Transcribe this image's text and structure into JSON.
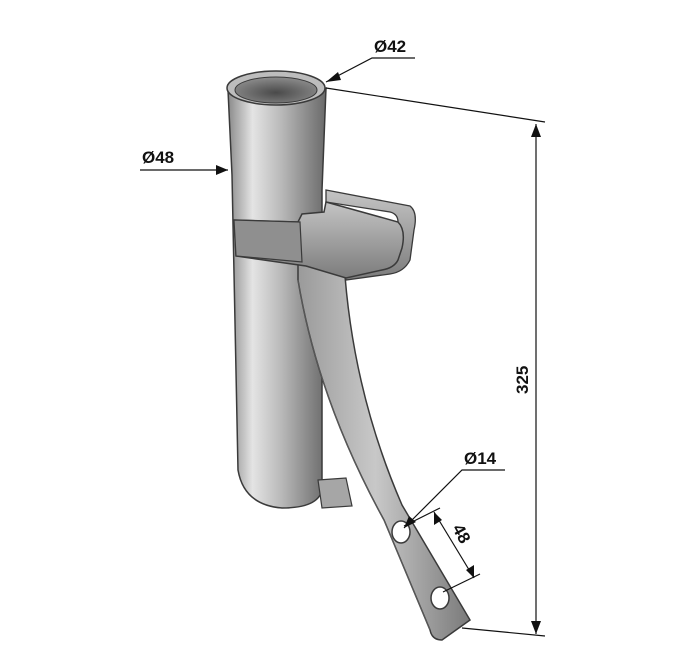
{
  "dimensions": {
    "pipe_inner_diameter": "Ø42",
    "pipe_outer_diameter": "Ø48",
    "total_length": "325",
    "hole_diameter": "Ø14",
    "hole_spacing": "48"
  },
  "colors": {
    "line": "#111111",
    "pipe_light": "#d9d9d9",
    "pipe_mid": "#a9a9a9",
    "pipe_dark": "#6e6e6e",
    "outline": "#3a3a3a"
  }
}
